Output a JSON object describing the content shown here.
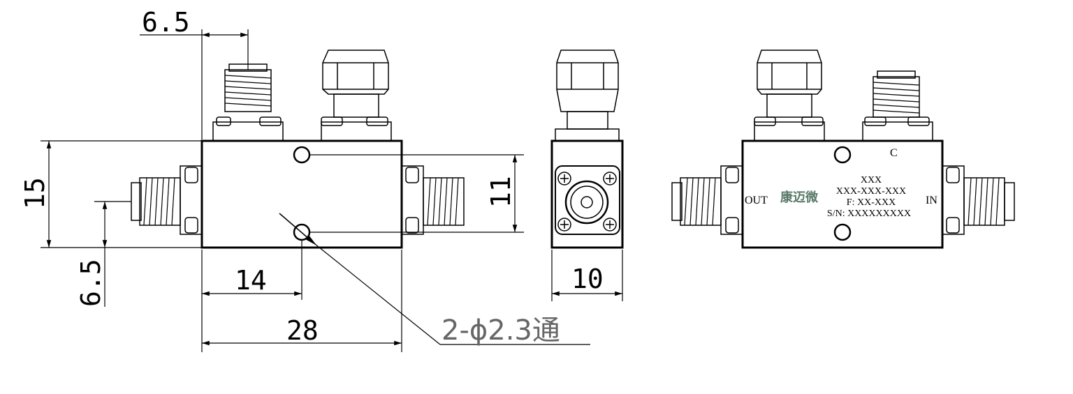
{
  "dimensions": {
    "top_offset": "6.5",
    "height": "15",
    "side_offset": "6.5",
    "hole_spacing": "11",
    "hole_x": "14",
    "length": "28",
    "width": "10"
  },
  "callout": "2-ϕ2.3通",
  "rear_view": {
    "port_out": "OUT",
    "port_in": "IN",
    "port_c": "C",
    "brand": "康迈微",
    "line1": "XXX",
    "line2": "XXX-XXX-XXX",
    "line3": "F: XX-XXX",
    "line4": "S/N: XXXXXXXXX"
  },
  "colors": {
    "line": "#000000",
    "brand": "#5a7a6a",
    "callout": "#666666"
  }
}
